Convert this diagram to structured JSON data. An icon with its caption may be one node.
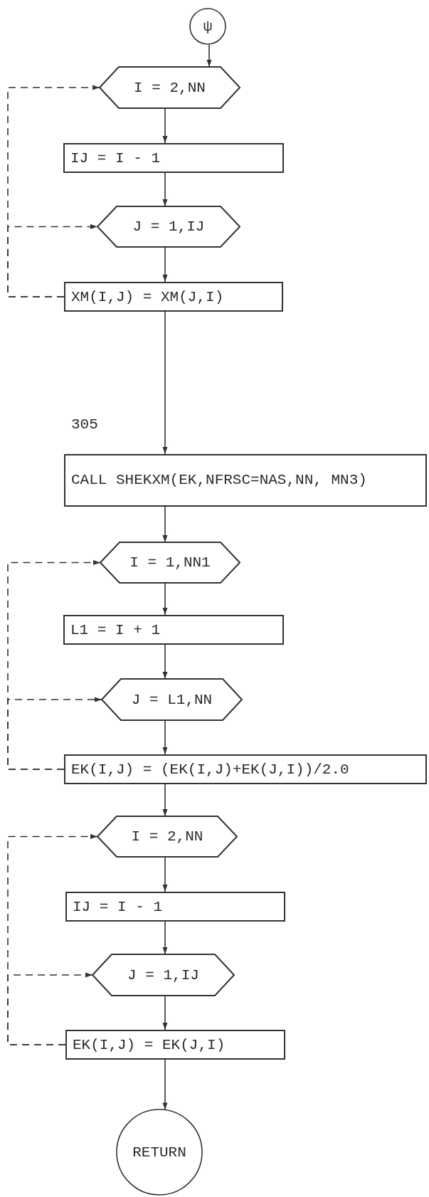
{
  "diagram": {
    "nodes": [
      {
        "text": [
          "ψ"
        ]
      },
      {
        "text": [
          "I = 2,NN"
        ]
      },
      {
        "text": [
          "IJ = I - 1"
        ]
      },
      {
        "text": [
          "J = 1,IJ"
        ]
      },
      {
        "text": [
          "XM(I,J) = XM(J,I)"
        ]
      },
      {
        "text": [
          "CALL SHEKXM(EK,NFRSC=NAS,NN, MN3)"
        ],
        "beside": [
          "305"
        ]
      },
      {
        "text": [
          "I = 1,NN1"
        ]
      },
      {
        "text": [
          "L1 = I + 1"
        ]
      },
      {
        "text": [
          "J = L1,NN"
        ]
      },
      {
        "text": [
          "EK(I,J) = (EK(I,J)+EK(J,I))/2.0"
        ]
      },
      {
        "text": [
          "I = 2,NN"
        ]
      },
      {
        "text": [
          "IJ = I - 1"
        ]
      },
      {
        "text": [
          "J = 1,IJ"
        ]
      },
      {
        "text": [
          "EK(I,J) = EK(J,I)"
        ]
      },
      {
        "text": [
          "RETURN"
        ]
      }
    ],
    "edges": [
      {
        "from": 0,
        "to": 1,
        "arrow": "to"
      },
      {
        "from": 1,
        "to": 2,
        "arrow": "to"
      },
      {
        "from": 2,
        "to": 3,
        "arrow": "to"
      },
      {
        "from": 3,
        "to": 4,
        "arrow": "to"
      },
      {
        "from": 4,
        "to": 3,
        "arrow": "to",
        "style": "dashed"
      },
      {
        "from": 4,
        "to": 1,
        "arrow": "to",
        "style": "dashed"
      },
      {
        "from": 4,
        "to": 5,
        "arrow": "to"
      },
      {
        "from": 5,
        "to": 6,
        "arrow": "to"
      },
      {
        "from": 6,
        "to": 7,
        "arrow": "to"
      },
      {
        "from": 7,
        "to": 8,
        "arrow": "to"
      },
      {
        "from": 8,
        "to": 9,
        "arrow": "to"
      },
      {
        "from": 9,
        "to": 8,
        "arrow": "to",
        "style": "dashed"
      },
      {
        "from": 9,
        "to": 6,
        "arrow": "to",
        "style": "dashed"
      },
      {
        "from": 9,
        "to": 10,
        "arrow": "to"
      },
      {
        "from": 10,
        "to": 11,
        "arrow": "to"
      },
      {
        "from": 11,
        "to": 12,
        "arrow": "to"
      },
      {
        "from": 12,
        "to": 13,
        "arrow": "to"
      },
      {
        "from": 13,
        "to": 12,
        "arrow": "to",
        "style": "dashed"
      },
      {
        "from": 13,
        "to": 10,
        "arrow": "to",
        "style": "dashed"
      },
      {
        "from": 13,
        "to": 14,
        "arrow": "to"
      }
    ]
  }
}
